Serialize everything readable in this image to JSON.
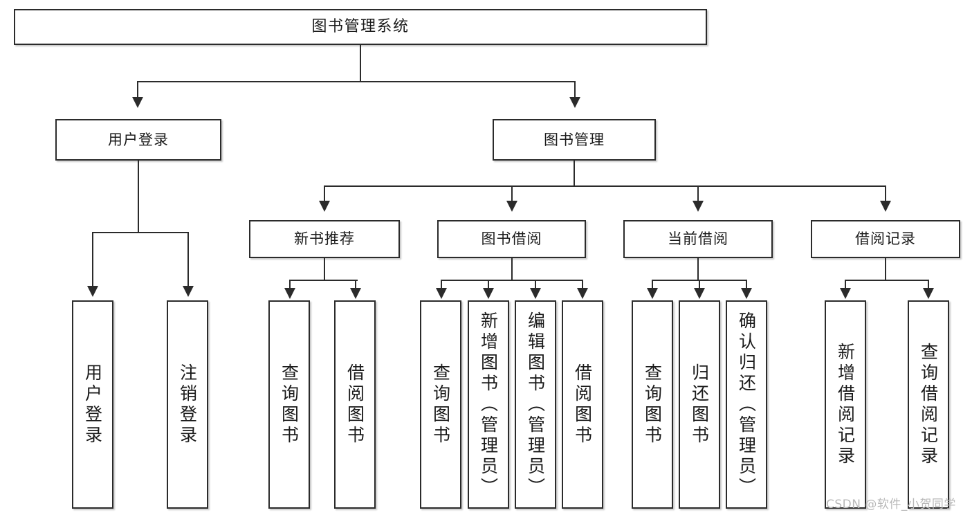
{
  "diagram": {
    "title": "图书管理系统",
    "type": "tree-hierarchy",
    "watermark": "CSDN @软件_小贺同学"
  },
  "root": {
    "label": "图书管理系统"
  },
  "level2": {
    "user_login": "用户登录",
    "book_manage": "图书管理"
  },
  "level3": {
    "new_book_recommend": "新书推荐",
    "book_borrow": "图书借阅",
    "current_borrow": "当前借阅",
    "borrow_record": "借阅记录"
  },
  "leaves": {
    "user_login": [
      {
        "label": "用户登录"
      },
      {
        "label": "注销登录"
      }
    ],
    "new_book_recommend": [
      {
        "label": "查询图书"
      },
      {
        "label": "借阅图书"
      }
    ],
    "book_borrow": [
      {
        "label": "查询图书"
      },
      {
        "label": "新增图书（管理员）"
      },
      {
        "label": "编辑图书（管理员）"
      },
      {
        "label": "借阅图书"
      }
    ],
    "current_borrow": [
      {
        "label": "查询图书"
      },
      {
        "label": "归还图书"
      },
      {
        "label": "确认归还（管理员）"
      }
    ],
    "borrow_record": [
      {
        "label": "新增借阅记录"
      },
      {
        "label": "查询借阅记录"
      }
    ]
  },
  "colors": {
    "stroke": "#2b2b2b",
    "fill": "#ffffff",
    "text": "#1a1a1a",
    "watermark": "#b9b9b9"
  }
}
